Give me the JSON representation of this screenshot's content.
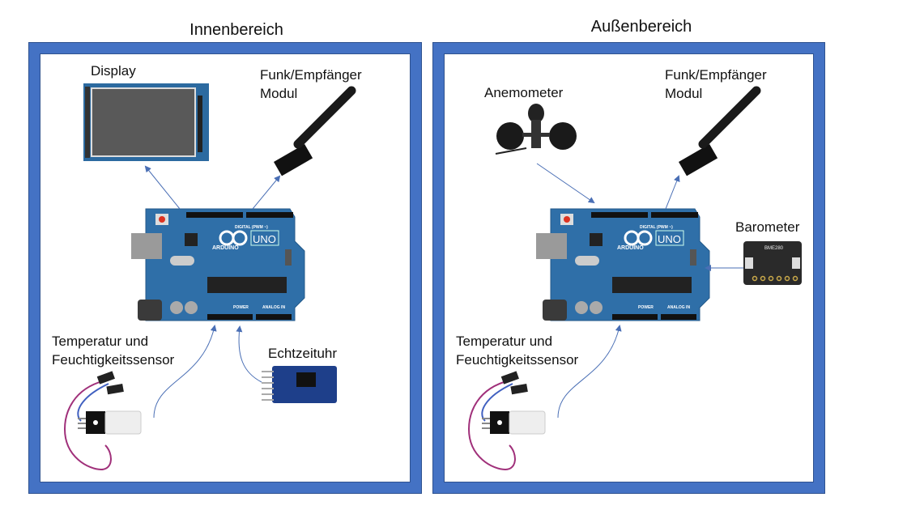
{
  "sections": [
    {
      "title": "Innenbereich",
      "controller": {
        "board_brand": "ARDUINO",
        "board_model": "UNO",
        "digital_label": "DIGITAL (PWM ~)",
        "power_label": "POWER",
        "analog_label": "ANALOG IN"
      },
      "components": [
        {
          "id": "display",
          "label": "Display"
        },
        {
          "id": "radio",
          "label_line1": "Funk/Empfänger",
          "label_line2": "Modul"
        },
        {
          "id": "temp-humidity",
          "label_line1": "Temperatur und",
          "label_line2": "Feuchtigkeitssensor"
        },
        {
          "id": "rtc",
          "label": "Echtzeituhr"
        }
      ]
    },
    {
      "title": "Außenbereich",
      "controller": {
        "board_brand": "ARDUINO",
        "board_model": "UNO",
        "digital_label": "DIGITAL (PWM ~)",
        "power_label": "POWER",
        "analog_label": "ANALOG IN"
      },
      "components": [
        {
          "id": "anemometer",
          "label": "Anemometer"
        },
        {
          "id": "radio",
          "label_line1": "Funk/Empfänger",
          "label_line2": "Modul"
        },
        {
          "id": "barometer",
          "label": "Barometer",
          "chip_label": "BME280"
        },
        {
          "id": "temp-humidity",
          "label_line1": "Temperatur und",
          "label_line2": "Feuchtigkeitssensor"
        }
      ]
    }
  ],
  "colors": {
    "frame": "#4472c4",
    "arrow": "#4a6fb5",
    "board": "#2f6fa8"
  }
}
